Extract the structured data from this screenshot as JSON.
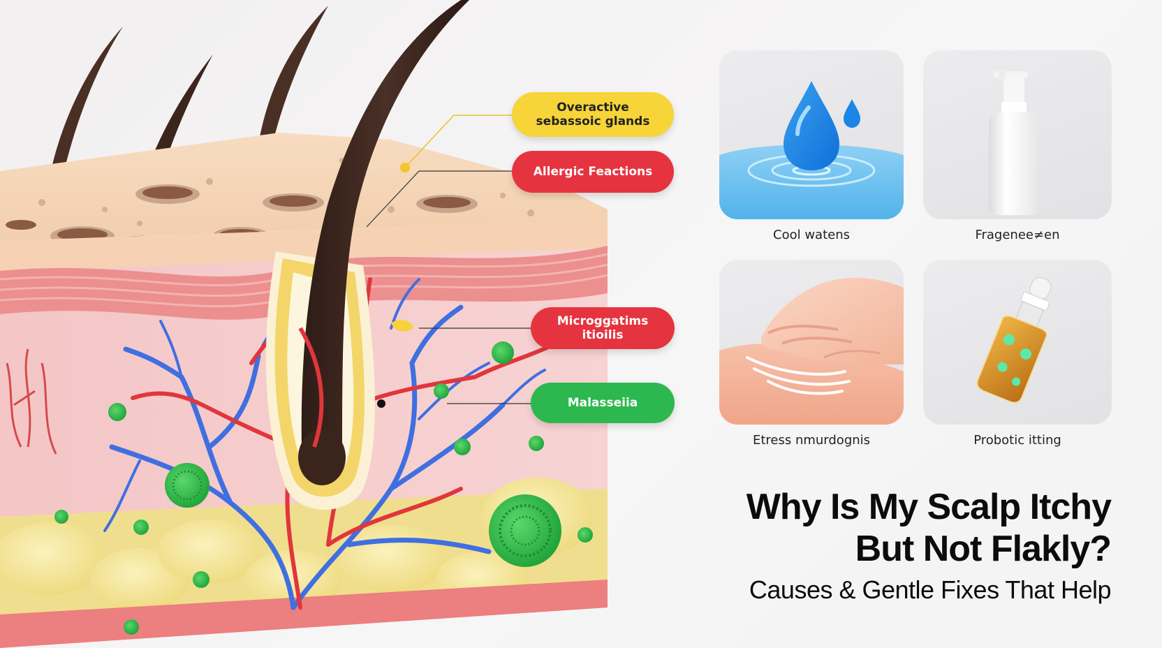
{
  "callouts": {
    "sebaceous": "Overactive sebassoic glands",
    "allergic": "Allergic Feactions",
    "micro": "Microggatims itioilis",
    "malassezia": "Malasseiia"
  },
  "tiles": [
    {
      "label": "Cool watens",
      "icon": "water-drop-icon"
    },
    {
      "label": "Fragenee≠en",
      "icon": "pump-bottle-icon"
    },
    {
      "label": "Etress nmurdognis",
      "icon": "massage-hand-icon"
    },
    {
      "label": "Probotic itting",
      "icon": "dropper-bottle-icon"
    }
  ],
  "heading": {
    "line1": "Why Is My Scalp Itchy",
    "line2": "But Not Flakly?",
    "subtitle": "Causes & Gentle Fixes That Help"
  },
  "colors": {
    "yellow_callout": "#f7d438",
    "red_callout": "#e5343f",
    "green_callout": "#2cb84f",
    "hair": "#3e2820",
    "vein_blue": "#3f6fe0",
    "artery_red": "#e0363c"
  }
}
